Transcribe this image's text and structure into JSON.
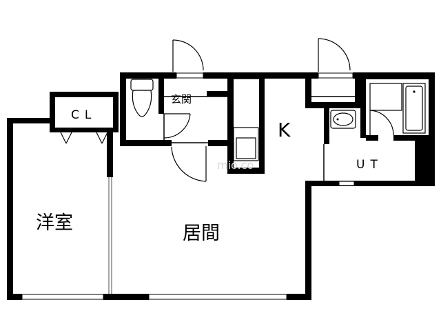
{
  "rooms": {
    "western_room": "洋室",
    "living_room": "居間",
    "kitchen": "K",
    "entrance": "玄関",
    "closet": "CL",
    "utility": "UT"
  },
  "watermark_text": "mio.co"
}
